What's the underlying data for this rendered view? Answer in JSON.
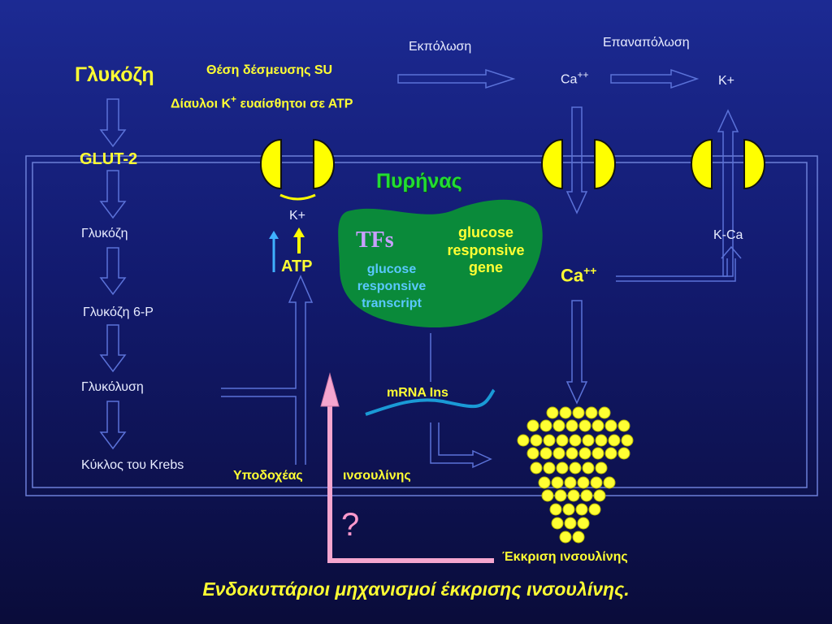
{
  "left_column": {
    "glucose_top": "Γλυκόζη",
    "glut2": "GLUT-2",
    "glucose": "Γλυκόζη",
    "glucose6p": "Γλυκόζη 6-P",
    "glycolysis": "Γλυκόλυση",
    "krebs": "Κύκλος του Krebs"
  },
  "top": {
    "su_site": "Θέση δέσμευσης SU",
    "katp_prefix": "Δίαυλοι Κ",
    "katp_sup": "+",
    "katp_suffix": " ευαίσθητοι σε ΑΤΡ",
    "depolarization": "Εκπόλωση",
    "repolarization": "Επαναπόλωση",
    "ca_top": "Ca",
    "ca_top_sup": "++",
    "k_top": "K+"
  },
  "middle": {
    "k_plus": "K+",
    "atp": "ATP",
    "nucleus": "Πυρήνας",
    "tfs": "TFs",
    "gr_transcript": "glucose responsive transcript",
    "gr_gene": "glucose responsive gene",
    "ca_inside": "Ca",
    "ca_inside_sup": "++",
    "k_ca": "K-Ca",
    "mrna": "mRNA Ins",
    "receptor_a": "Υποδοχέας",
    "receptor_b": "ινσουλίνης",
    "question": "?",
    "secretion": "Έκκριση ινσουλίνης"
  },
  "caption": "Ενδοκυττάριοι μηχανισμοί έκκρισης ινσουλίνης.",
  "colors": {
    "background_top": "#1c2a93",
    "background_bottom": "#0a0c3a",
    "text_yellow": "#ffff33",
    "nucleus_green": "#0a8a3a",
    "nucleus_label": "#22dd33",
    "channel_yellow": "#ffff00",
    "receptor_pink": "#f5a6cf",
    "mrna_blue": "#1a9ad6"
  },
  "icons": [
    "down-arrow-icon",
    "right-arrow-icon",
    "up-arrow-icon",
    "ion-channel-icon",
    "insulin-granule-icon"
  ]
}
